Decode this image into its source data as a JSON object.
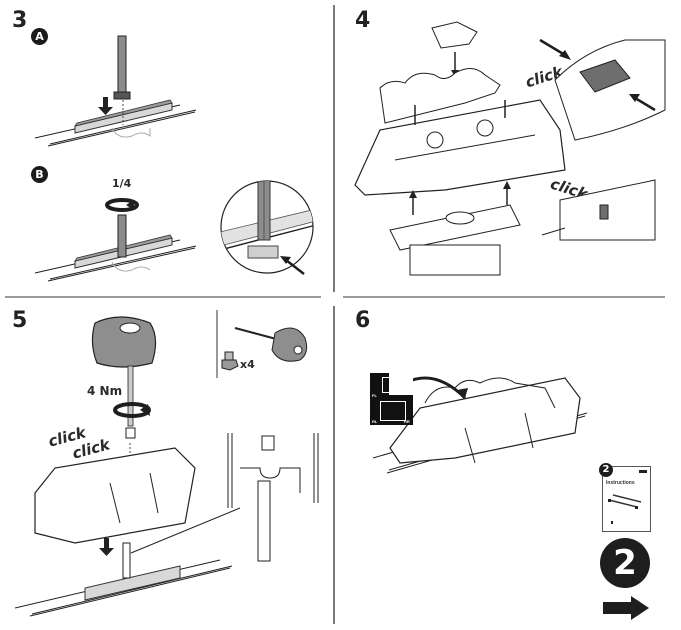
{
  "steps": [
    {
      "number": "3",
      "substeps": [
        {
          "badge": "A"
        },
        {
          "badge": "B",
          "rotation_label": "1/4"
        }
      ]
    },
    {
      "number": "4",
      "click_labels": [
        "click",
        "click"
      ]
    },
    {
      "number": "5",
      "torque_label": "4 Nm",
      "click_labels": [
        "click",
        "click"
      ],
      "parts_quantity": "x4"
    },
    {
      "number": "6",
      "position_labels": [
        "FL",
        "RL",
        "RR"
      ]
    }
  ],
  "next_booklet": {
    "badge": "2",
    "title": "Instructions",
    "next_label": "2"
  },
  "colors": {
    "ink": "#1e1e1e",
    "divider": "#8a8a8a",
    "part_fill": "#cfcfcf",
    "dark_part": "#6e6e6e"
  }
}
